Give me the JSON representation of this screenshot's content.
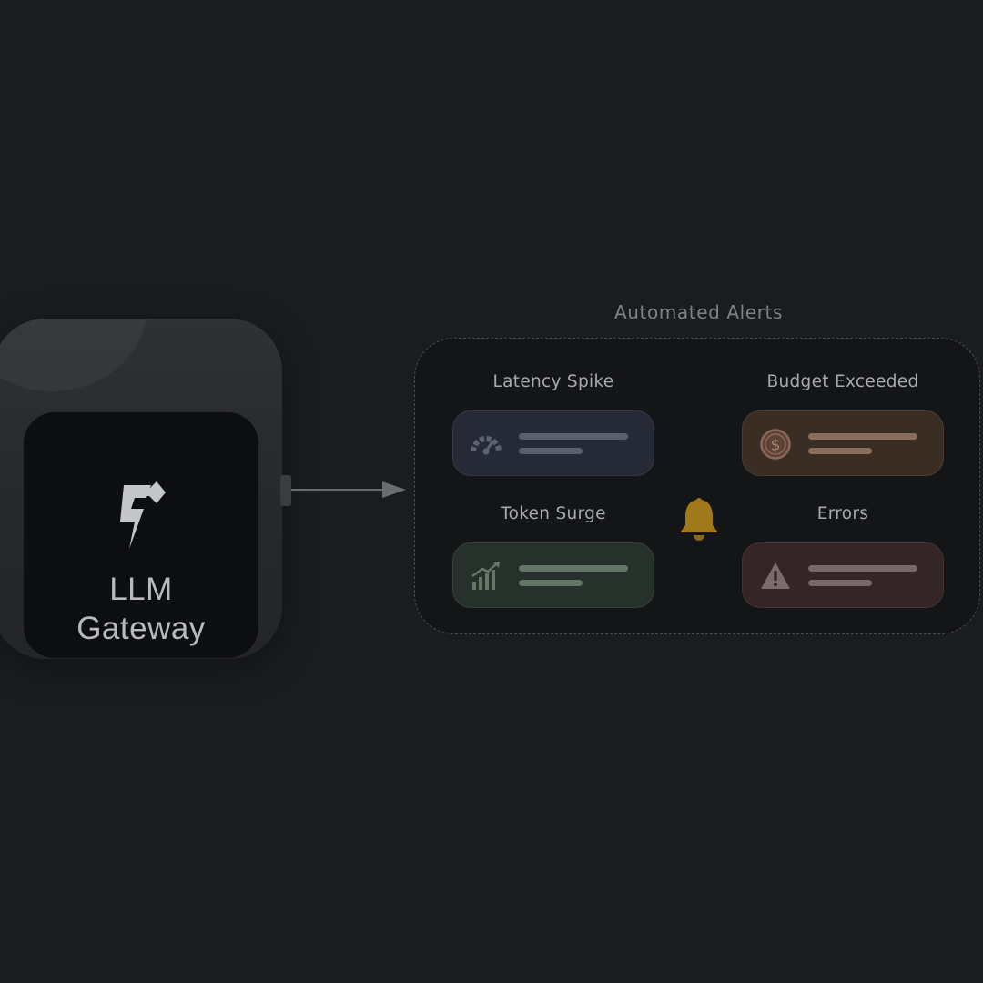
{
  "gateway": {
    "title_line1": "LLM",
    "title_line2": "Gateway",
    "logo_icon": "lightning-bolt-arrow-icon"
  },
  "alerts": {
    "heading": "Automated Alerts",
    "center_icon": "bell-icon",
    "accent_color": "#a07a1a",
    "items": [
      {
        "label": "Latency Spike",
        "icon": "speedometer-icon",
        "color": "#262a36"
      },
      {
        "label": "Budget Exceeded",
        "icon": "dollar-coin-icon",
        "color": "#3a2d24"
      },
      {
        "label": "Token Surge",
        "icon": "growth-chart-icon",
        "color": "#25312a"
      },
      {
        "label": "Errors",
        "icon": "warning-triangle-icon",
        "color": "#342527"
      }
    ]
  }
}
